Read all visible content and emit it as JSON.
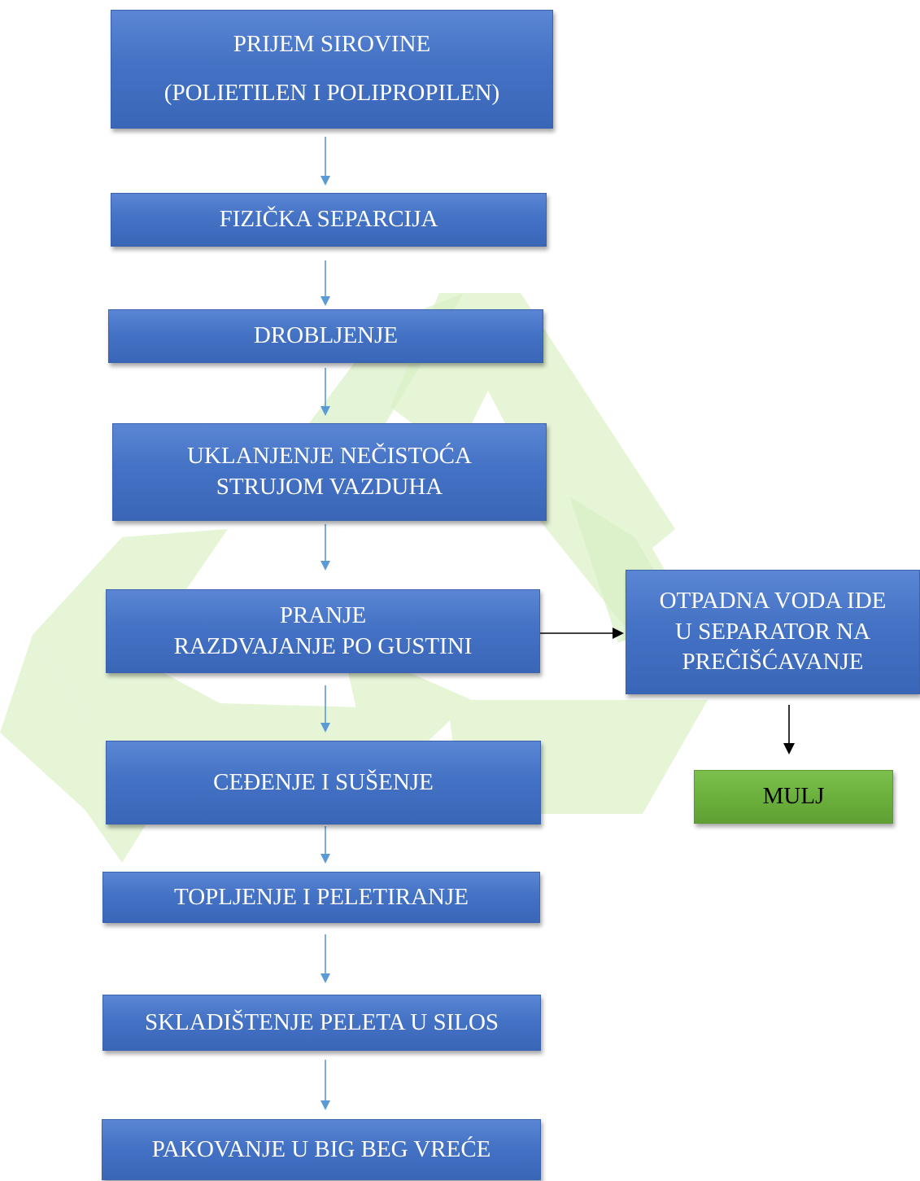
{
  "diagram": {
    "steps": [
      {
        "lines": [
          "PRIJEM SIROVINE",
          "(POLIETILEN I POLIPROPILEN)"
        ]
      },
      {
        "lines": [
          "FIZIČKA SEPARCIJA"
        ]
      },
      {
        "lines": [
          "DROBLJENJE"
        ]
      },
      {
        "lines": [
          "UKLANJENJE NEČISTOĆA",
          "STRUJOM VAZDUHA"
        ]
      },
      {
        "lines": [
          "PRANJE",
          "RAZDVAJANJE PO GUSTINI"
        ]
      },
      {
        "lines": [
          "CEĐENJE I SUŠENJE"
        ]
      },
      {
        "lines": [
          "TOPLJENJE I PELETIRANJE"
        ]
      },
      {
        "lines": [
          "SKLADIŠTENJE PELETA U SILOS"
        ]
      },
      {
        "lines": [
          "PAKOVANJE U BIG BEG VREĆE"
        ]
      }
    ],
    "side_branch": {
      "lines": [
        "OTPADNA VODA IDE",
        "U SEPARATOR NA",
        "PREČIŠĆAVANJE"
      ]
    },
    "output": {
      "lines": [
        "MULJ"
      ]
    }
  },
  "colors": {
    "step_fill": "#4472c4",
    "output_fill": "#6aaf3b",
    "flow_arrow": "#5b9bd5",
    "branch_arrow": "#000000",
    "watermark": "#dff3cc"
  },
  "icons": {
    "watermark": "recycle-symbol-icon"
  }
}
